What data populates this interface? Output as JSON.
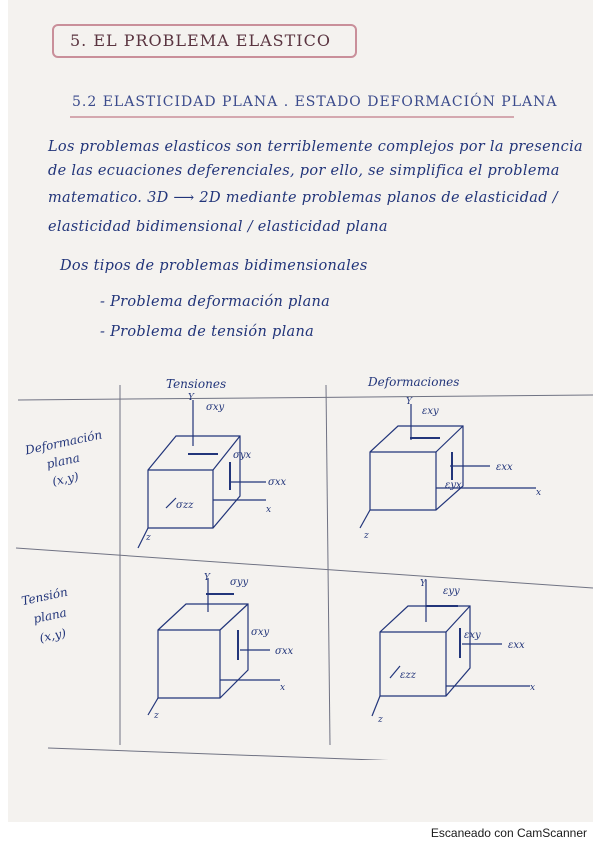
{
  "section_title": "5. EL PROBLEMA ELASTICO",
  "subsection_title": "5.2 ELASTICIDAD PLANA . ESTADO DEFORMACIÓN PLANA",
  "paragraph_lines": [
    "Los problemas elasticos son terriblemente complejos por la presencia",
    "de las ecuaciones deferenciales, por ello, se simplifica el problema",
    "matematico. 3D ⟶ 2D mediante problemas planos de elasticidad /",
    "elasticidad bidimensional / elasticidad plana"
  ],
  "types_intro": "Dos tipos de problemas bidimensionales",
  "types": [
    "- Problema deformación plana",
    "- Problema de tensión plana"
  ],
  "table": {
    "col_headers": [
      "Tensiones",
      "Deformaciones"
    ],
    "row_labels": [
      [
        "Deformación",
        "plana",
        "(x,y)"
      ],
      [
        "Tensión",
        "plana",
        "(x,y)"
      ]
    ],
    "cells": [
      [
        {
          "labels": [
            "Y",
            "σxy",
            "σyx",
            "σxx",
            "σzz",
            "x",
            "z"
          ]
        },
        {
          "labels": [
            "Y",
            "εxy",
            "εyx",
            "εxx",
            "x",
            "z"
          ]
        }
      ],
      [
        {
          "labels": [
            "Y",
            "σyy",
            "σxy",
            "σxx",
            "x",
            "z"
          ]
        },
        {
          "labels": [
            "Y",
            "εyy",
            "εxy",
            "εxx",
            "εzz",
            "x",
            "z"
          ]
        }
      ]
    ]
  },
  "footer": "Escaneado con CamScanner"
}
